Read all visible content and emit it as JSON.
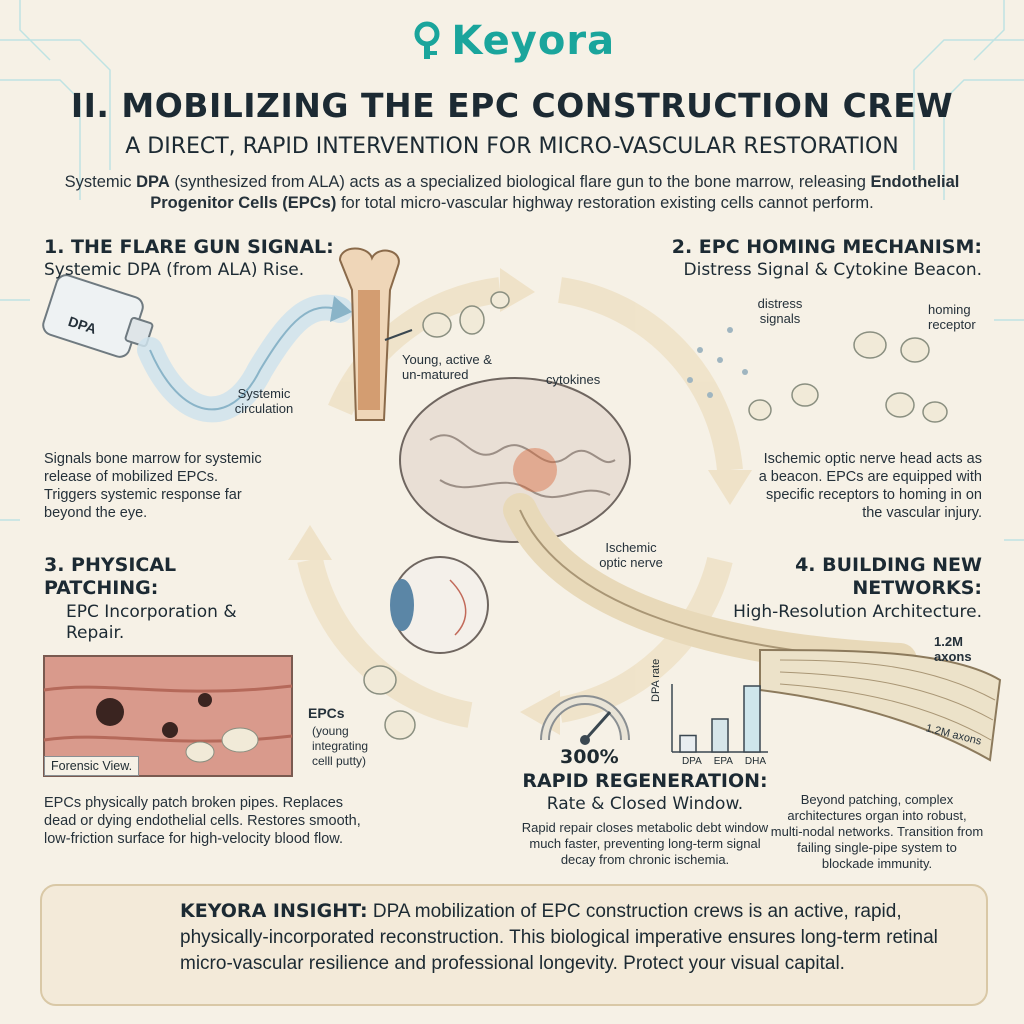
{
  "brand": {
    "name": "Keyora",
    "color": "#1aa59c"
  },
  "title": "II. MOBILIZING THE EPC CONSTRUCTION CREW",
  "subtitle": "A DIRECT, RAPID INTERVENTION FOR MICRO-VASCULAR RESTORATION",
  "intro": {
    "p1": "Systemic ",
    "b1": "DPA",
    "p2": " (synthesized from ALA) acts as a specialized biological flare gun to the bone marrow, releasing ",
    "b2": "Endothelial Progenitor Cells (EPCs)",
    "p3": " for total micro-vascular highway restoration existing cells cannot perform."
  },
  "sections": {
    "s1": {
      "heading": "1. THE FLARE GUN SIGNAL:",
      "subheading": "Systemic DPA (from ALA) Rise.",
      "body": "Signals bone marrow for systemic release of mobilized EPCs. Triggers systemic response far beyond the eye.",
      "labels": {
        "bottle": "DPA",
        "circulation": "Systemic circulation",
        "young": "Young, active & un-matured"
      }
    },
    "s2": {
      "heading": "2. EPC HOMING MECHANISM:",
      "subheading": "Distress Signal & Cytokine Beacon.",
      "body": "Ischemic optic nerve head acts as a beacon. EPCs are equipped with specific receptors to homing in on the vascular injury.",
      "labels": {
        "distress": "distress signals",
        "receptor": "homing receptor",
        "cytokines": "cytokines"
      }
    },
    "s3": {
      "heading": "3. PHYSICAL PATCHING:",
      "subheading": "EPC Incorporation & Repair.",
      "body": "EPCs physically patch broken pipes. Replaces dead or dying endothelial cells. Restores smooth, low-friction surface for high-velocity blood flow.",
      "labels": {
        "forensic": "Forensic View.",
        "epcs": "EPCs",
        "epcs_note": "(young integrating celll putty)"
      }
    },
    "s4": {
      "heading": "4. BUILDING NEW NETWORKS:",
      "subheading": "High-Resolution Architecture.",
      "body": "Beyond patching, complex architectures organ into robust, multi-nodal networks. Transition from failing single-pipe system to blockade immunity.",
      "labels": {
        "axons": "1.2M axons",
        "axons_small": "1.2M axons",
        "optic": "Ischemic optic nerve"
      }
    },
    "regen": {
      "gauge_value": "300%",
      "heading": "RAPID REGENERATION:",
      "subheading": "Rate & Closed Window.",
      "body": "Rapid repair closes metabolic debt window much faster, preventing long-term signal decay from chronic ischemia.",
      "chart_ylabel": "DPA rate",
      "chart_categories": [
        "DPA",
        "EPA",
        "DHA"
      ]
    }
  },
  "chart_data": {
    "type": "bar",
    "categories": [
      "DPA",
      "EPA",
      "DHA"
    ],
    "values": [
      1,
      2,
      4
    ],
    "ylabel": "DPA rate",
    "colors": [
      "#e8edf0",
      "#d7e6ea",
      "#cfe6ec"
    ]
  },
  "insight": {
    "label": "KEYORA INSIGHT:",
    "text": " DPA mobilization of EPC construction crews is an active, rapid, physically-incorporated reconstruction. This biological imperative ensures long-term retinal micro-vascular resilience and professional longevity. Protect your visual capital."
  },
  "colors": {
    "accent": "#1aa59c",
    "ink": "#1c2a33",
    "paper": "#f6f1e6",
    "tissue": "#d99a8c",
    "nerve": "#e8d9b9"
  }
}
